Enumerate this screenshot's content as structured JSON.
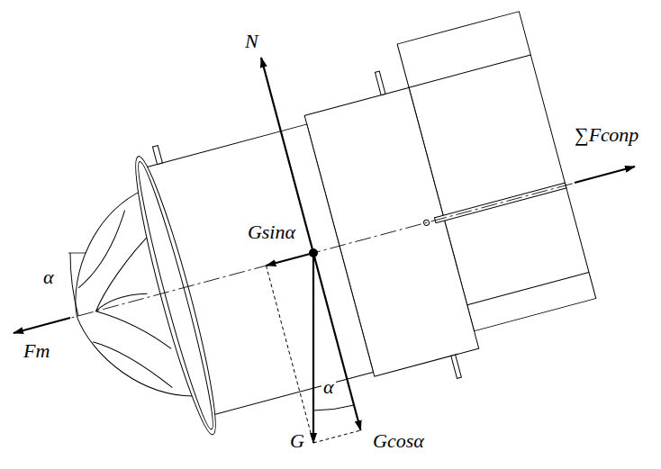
{
  "diagram": {
    "labels": [
      "N",
      "∑Fсопр",
      "Gsinα",
      "α",
      "Fт",
      "G",
      "α",
      "Gcosα"
    ]
  }
}
